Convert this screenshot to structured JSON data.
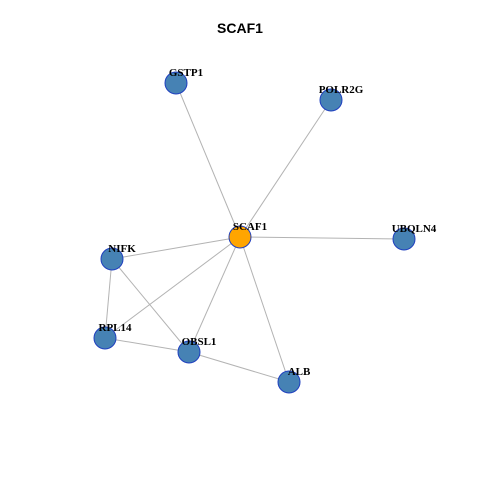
{
  "title": "SCAF1",
  "colors": {
    "center_node": "#ffa500",
    "node": "#4682b4",
    "node_border": "#1f3fbf",
    "edge": "#b3b3b3"
  },
  "nodes": [
    {
      "id": "SCAF1",
      "label": "SCAF1",
      "role": "center"
    },
    {
      "id": "GSTP1",
      "label": "GSTP1",
      "role": "neighbor"
    },
    {
      "id": "POLR2G",
      "label": "POLR2G",
      "role": "neighbor"
    },
    {
      "id": "UBQLN4",
      "label": "UBQLN4",
      "role": "neighbor"
    },
    {
      "id": "NIFK",
      "label": "NIFK",
      "role": "neighbor"
    },
    {
      "id": "RPL14",
      "label": "RPL14",
      "role": "neighbor"
    },
    {
      "id": "OBSL1",
      "label": "OBSL1",
      "role": "neighbor"
    },
    {
      "id": "ALB",
      "label": "ALB",
      "role": "neighbor"
    }
  ],
  "edges": [
    [
      "SCAF1",
      "GSTP1"
    ],
    [
      "SCAF1",
      "POLR2G"
    ],
    [
      "SCAF1",
      "UBQLN4"
    ],
    [
      "SCAF1",
      "NIFK"
    ],
    [
      "SCAF1",
      "RPL14"
    ],
    [
      "SCAF1",
      "OBSL1"
    ],
    [
      "SCAF1",
      "ALB"
    ],
    [
      "NIFK",
      "RPL14"
    ],
    [
      "NIFK",
      "OBSL1"
    ],
    [
      "RPL14",
      "OBSL1"
    ],
    [
      "OBSL1",
      "ALB"
    ]
  ]
}
